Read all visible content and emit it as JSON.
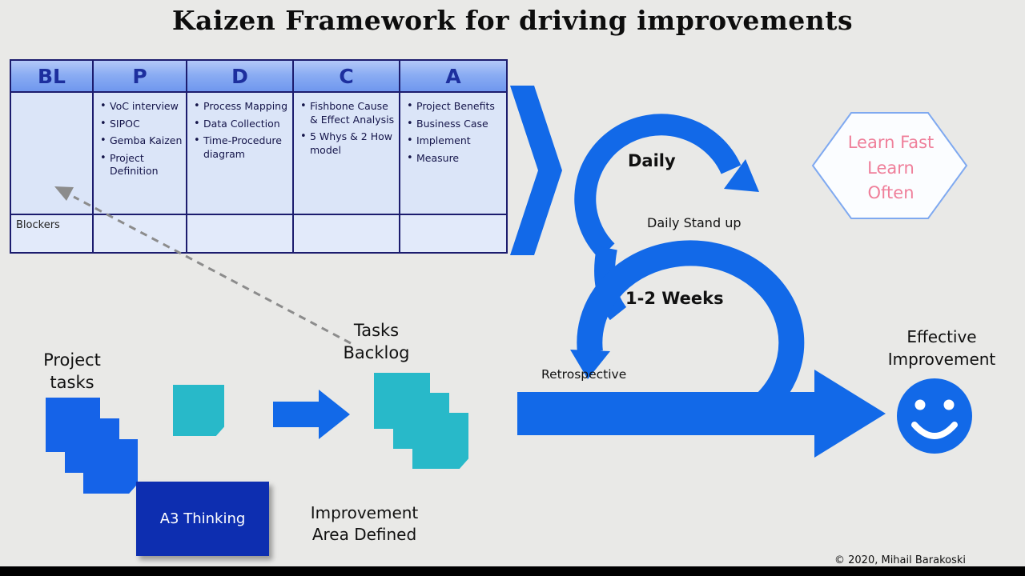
{
  "title": "Kaizen Framework for driving improvements",
  "table": {
    "headers": [
      "BL",
      "P",
      "D",
      "C",
      "A"
    ],
    "col_p": [
      "VoC interview",
      "SIPOC",
      "Gemba Kaizen",
      "Project Definition"
    ],
    "col_d": [
      "Process Mapping",
      "Data Collection",
      "Time-Procedure diagram"
    ],
    "col_c": [
      "Fishbone Cause & Effect Analysis",
      "5 Whys & 2 How model"
    ],
    "col_a": [
      "Project Benefits",
      "Business Case",
      "Implement",
      "Measure"
    ],
    "blockers_label": "Blockers"
  },
  "loops": {
    "daily_label": "Daily",
    "daily_standup_label": "Daily Stand up",
    "weeks_label": "1-2 Weeks",
    "retrospective_label": "Retrospective"
  },
  "hexagon_text": "Learn Fast\nLearn\nOften",
  "flow": {
    "project_tasks_label": "Project\ntasks",
    "tasks_backlog_label": "Tasks\nBacklog",
    "a3_label": "A3 Thinking",
    "improvement_area_label": "Improvement\nArea Defined",
    "effective_label": "Effective\nImprovement"
  },
  "copyright": "© 2020, Mihail Barakoski",
  "colors": {
    "accent_blue": "#1269e8",
    "note_blue": "#1563e8",
    "note_teal": "#28b9c9",
    "a3_navy": "#0d2eb0",
    "hex_pink": "#ef7f9a"
  }
}
